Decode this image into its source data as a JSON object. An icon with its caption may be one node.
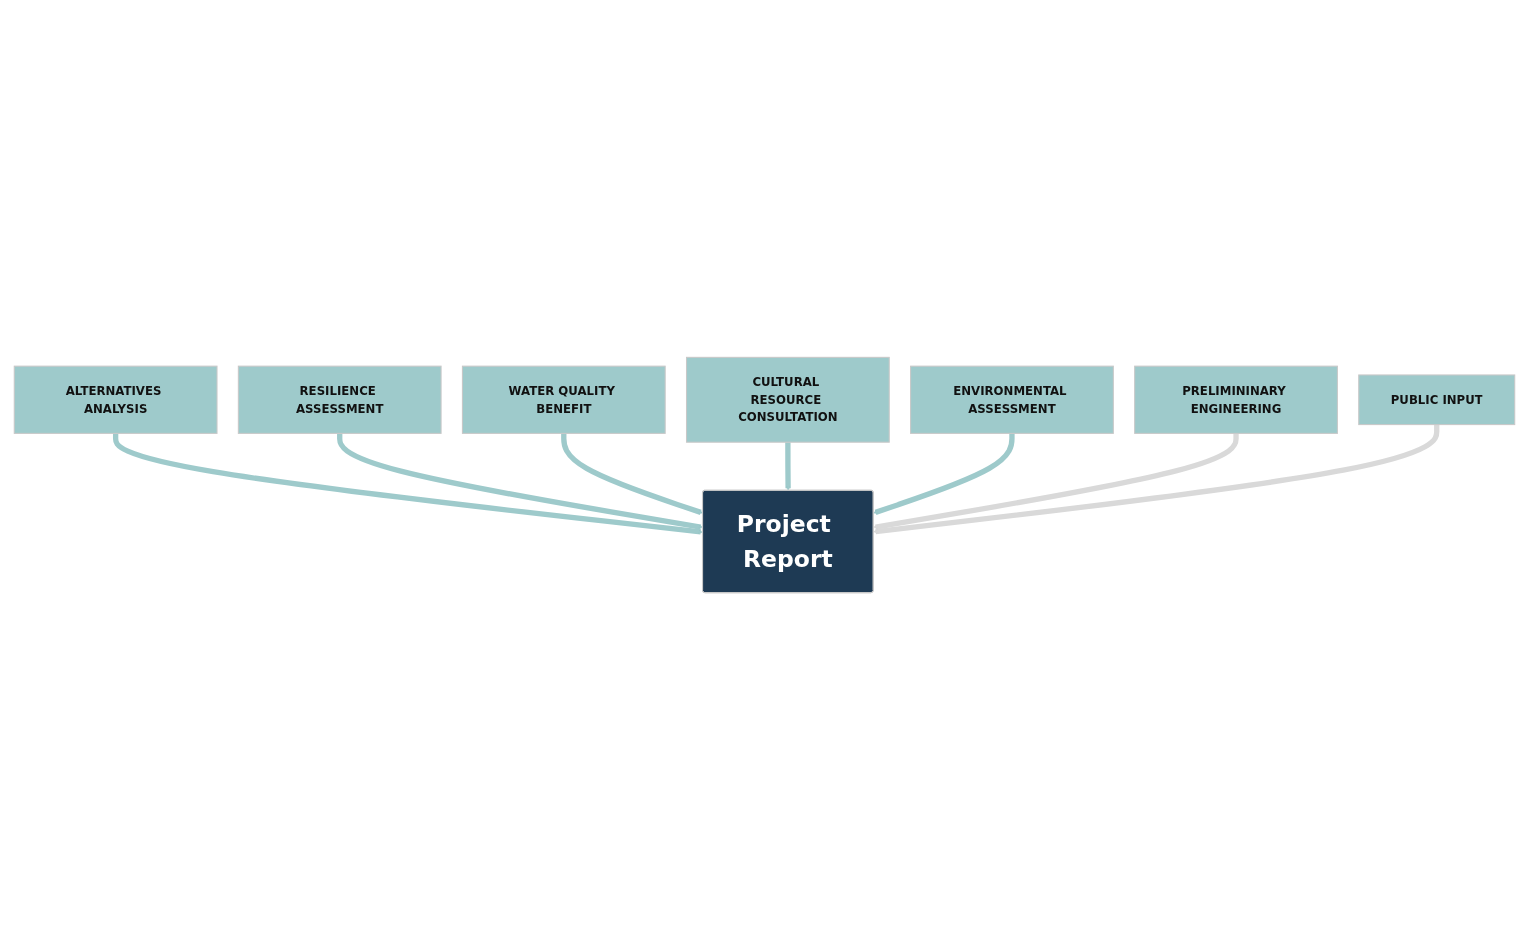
{
  "diagram": {
    "nodes": [
      {
        "text": [
          "ALTERNATIVES ANALYSIS"
        ]
      },
      {
        "text": [
          "RESILIENCE ASSESSMENT"
        ]
      },
      {
        "text": [
          "WATER QUALITY BENEFIT"
        ]
      },
      {
        "text": [
          "CULTURAL RESOURCE CONSULTATION"
        ]
      },
      {
        "text": [
          "Project Report"
        ]
      },
      {
        "text": [
          "ENVIRONMENTAL ASSESSMENT"
        ]
      },
      {
        "text": [
          "PRELIMININARY ENGINEERING"
        ]
      },
      {
        "text": [
          "PUBLIC INPUT"
        ]
      }
    ],
    "edges": [
      {
        "from": 0,
        "to": 4,
        "arrow": "to"
      },
      {
        "from": 1,
        "to": 4,
        "arrow": "to"
      },
      {
        "from": 2,
        "to": 4,
        "arrow": "to"
      },
      {
        "from": 3,
        "to": 4,
        "arrow": "to"
      },
      {
        "from": 5,
        "to": 4,
        "arrow": "to"
      },
      {
        "from": 6,
        "to": 4,
        "arrow": "to",
        "color": "#d9d9d9"
      },
      {
        "from": 7,
        "to": 4,
        "arrow": "to",
        "color": "#d9d9d9"
      }
    ]
  }
}
